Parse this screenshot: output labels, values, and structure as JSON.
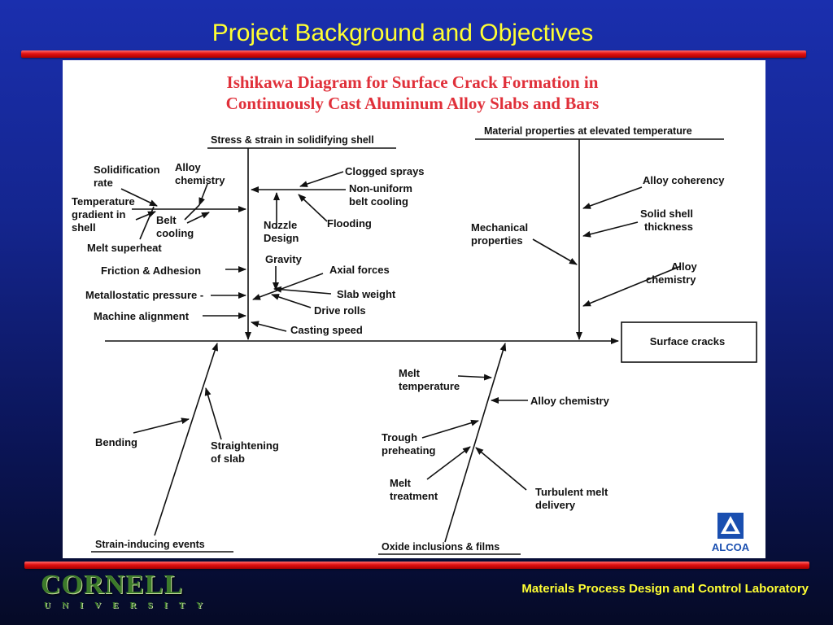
{
  "slide": {
    "title": "Project Background and Objectives",
    "footer_lab": "Materials Process Design and Control Laboratory",
    "cornell_logo": "CORNELL",
    "cornell_sub": "UNIVERSITY",
    "alcoa_logo": "ALCOA"
  },
  "diagram": {
    "title_line1": "Ishikawa Diagram for Surface Crack Formation in",
    "title_line2": "Continuously Cast Aluminum Alloy Slabs and Bars",
    "effect": "Surface cracks",
    "categories": {
      "stress": "Stress & strain in solidifying shell",
      "material": "Material properties at elevated temperature",
      "strain_events": "Strain-inducing events",
      "oxide": "Oxide inclusions & films"
    },
    "causes": {
      "solidification_rate_1": "Solidification",
      "solidification_rate_2": "rate",
      "alloy_chem_1": "Alloy",
      "alloy_chem_2": "chemistry",
      "temp_grad_1": "Temperature",
      "temp_grad_2": "gradient in",
      "temp_grad_3": "shell",
      "belt_cooling_1": "Belt",
      "belt_cooling_2": "cooling",
      "melt_superheat": "Melt superheat",
      "clogged_sprays": "Clogged sprays",
      "nonuniform_1": "Non-uniform",
      "nonuniform_2": "belt cooling",
      "nozzle_1": "Nozzle",
      "nozzle_2": "Design",
      "flooding": "Flooding",
      "friction": "Friction & Adhesion",
      "gravity": "Gravity",
      "axial_forces": "Axial forces",
      "metallostatic": "Metallostatic pressure -",
      "slab_weight": "Slab weight",
      "drive_rolls": "Drive rolls",
      "machine_alignment": "Machine alignment",
      "casting_speed": "Casting speed",
      "alloy_coherency": "Alloy coherency",
      "solid_shell_1": "Solid shell",
      "solid_shell_2": "thickness",
      "mech_props_1": "Mechanical",
      "mech_props_2": "properties",
      "alloy_chem_r_1": "Alloy",
      "alloy_chem_r_2": "chemistry",
      "bending": "Bending",
      "straightening_1": "Straightening",
      "straightening_2": "of slab",
      "melt_temp_1": "Melt",
      "melt_temp_2": "temperature",
      "alloy_chem_o": "Alloy chemistry",
      "trough_1": "Trough",
      "trough_2": "preheating",
      "melt_treat_1": "Melt",
      "melt_treat_2": "treatment",
      "turbulent_1": "Turbulent melt",
      "turbulent_2": "delivery"
    }
  }
}
